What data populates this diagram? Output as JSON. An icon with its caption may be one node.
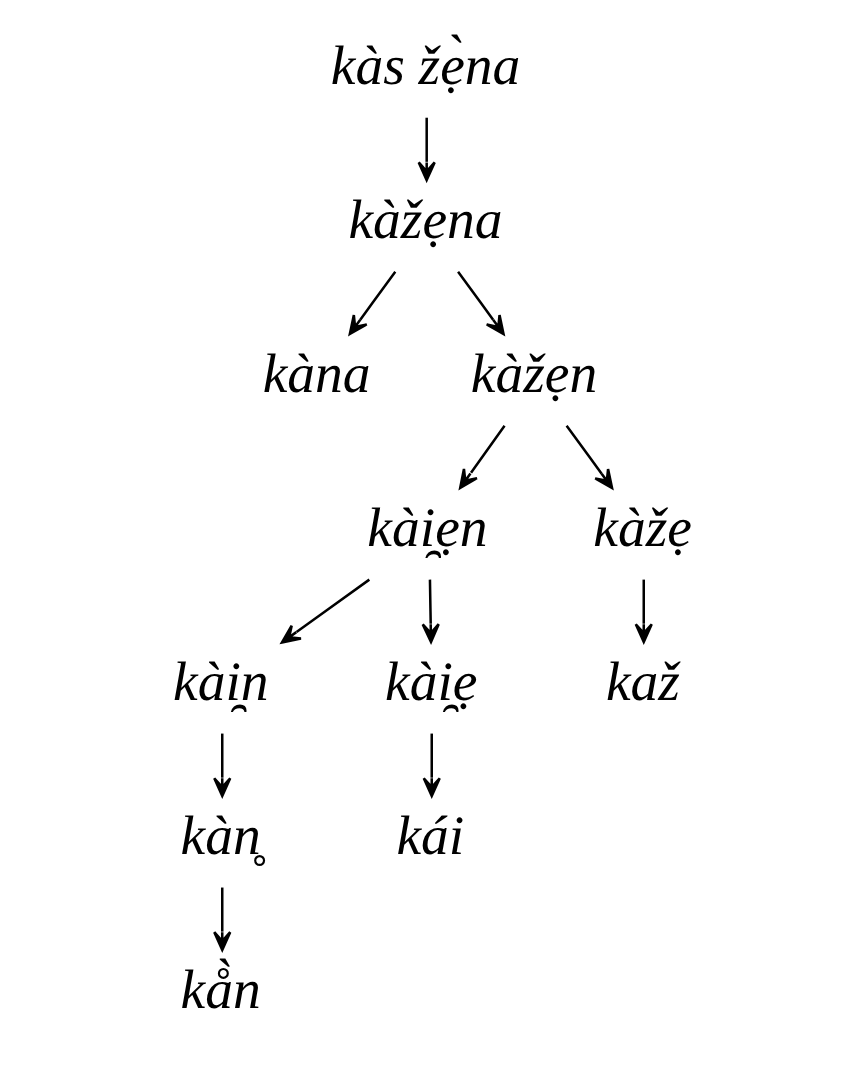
{
  "diagram": {
    "nodes": [
      {
        "text": [
          "kàs žẹ̀na"
        ]
      },
      {
        "text": [
          "kàžẹna"
        ]
      },
      {
        "text": [
          "kàna"
        ]
      },
      {
        "text": [
          "kàžẹn"
        ]
      },
      {
        "text": [
          "kài̯ẹn"
        ]
      },
      {
        "text": [
          "kàžẹ"
        ]
      },
      {
        "text": [
          "kài̯n"
        ]
      },
      {
        "text": [
          "kài̯ẹ"
        ]
      },
      {
        "text": [
          "kaž"
        ]
      },
      {
        "text": [
          "kàn̥"
        ]
      },
      {
        "text": [
          "kái"
        ]
      },
      {
        "text": [
          "kå̀n"
        ]
      }
    ],
    "edges": [
      {
        "from": 0,
        "to": 1,
        "arrow": "to"
      },
      {
        "from": 1,
        "to": 2,
        "arrow": "to"
      },
      {
        "from": 1,
        "to": 3,
        "arrow": "to"
      },
      {
        "from": 3,
        "to": 4,
        "arrow": "to"
      },
      {
        "from": 3,
        "to": 5,
        "arrow": "to"
      },
      {
        "from": 4,
        "to": 6,
        "arrow": "to"
      },
      {
        "from": 4,
        "to": 7,
        "arrow": "to"
      },
      {
        "from": 5,
        "to": 8,
        "arrow": "to"
      },
      {
        "from": 6,
        "to": 9,
        "arrow": "to"
      },
      {
        "from": 7,
        "to": 10,
        "arrow": "to"
      },
      {
        "from": 9,
        "to": 11,
        "arrow": "to"
      }
    ]
  }
}
